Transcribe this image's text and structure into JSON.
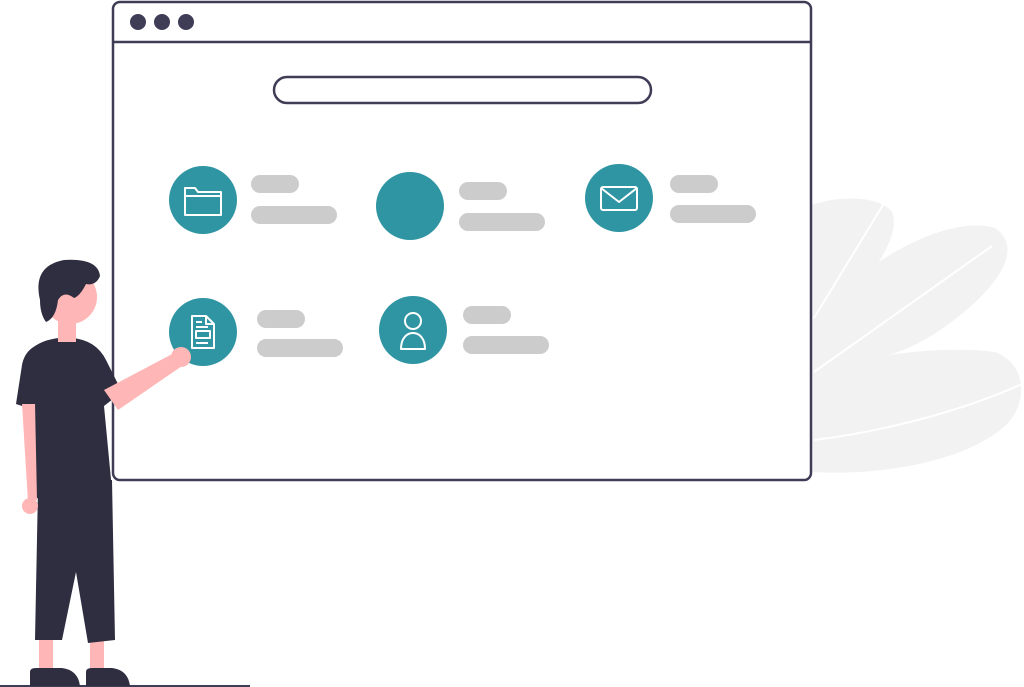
{
  "colors": {
    "accent": "#2f95a3",
    "accent_dark": "#26828f",
    "frame": "#3f3d56",
    "dark": "#2f2e41",
    "skeleton": "#cccccc",
    "leaf": "#f2f2f2",
    "skin": "#ffb6b6",
    "background": "#ffffff"
  },
  "window": {
    "controls": [
      "window-dot",
      "window-dot",
      "window-dot"
    ],
    "search": {
      "value": ""
    }
  },
  "tiles": [
    {
      "icon": "folder-icon"
    },
    {
      "icon": "blank-circle"
    },
    {
      "icon": "mail-icon"
    },
    {
      "icon": "document-icon"
    },
    {
      "icon": "user-icon"
    }
  ],
  "decor": [
    "leaf-decoration",
    "person-illustration"
  ]
}
